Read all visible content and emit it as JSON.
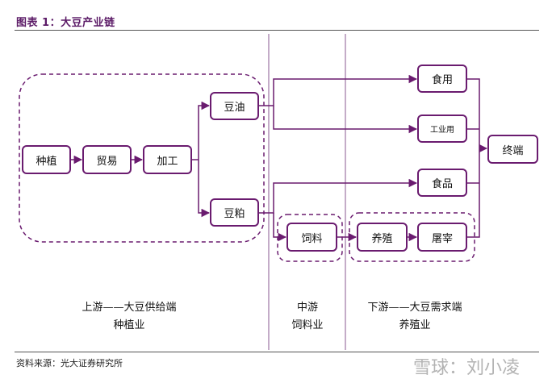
{
  "header": {
    "title": "图表 1：大豆产业链"
  },
  "footer": {
    "source": "资料来源：光大证券研究所",
    "watermark": "雪球：刘小凌"
  },
  "nodes": {
    "plant": "种植",
    "trade": "贸易",
    "process": "加工",
    "oil": "豆油",
    "meal": "豆粕",
    "edible": "食用",
    "industrial": "工业用",
    "terminal": "终端",
    "food": "食品",
    "feed": "饲料",
    "breed": "养殖",
    "slaughter": "屠宰"
  },
  "segments": {
    "upstream": {
      "line1": "上游——大豆供给端",
      "line2": "种植业"
    },
    "midstream": {
      "line1": "中游",
      "line2": "饲料业"
    },
    "downstream": {
      "line1": "下游——大豆需求端",
      "line2": "养殖业"
    }
  },
  "colors": {
    "accent": "#6a1b6f",
    "title": "#5b1a66",
    "divider": "#8a5a92"
  }
}
